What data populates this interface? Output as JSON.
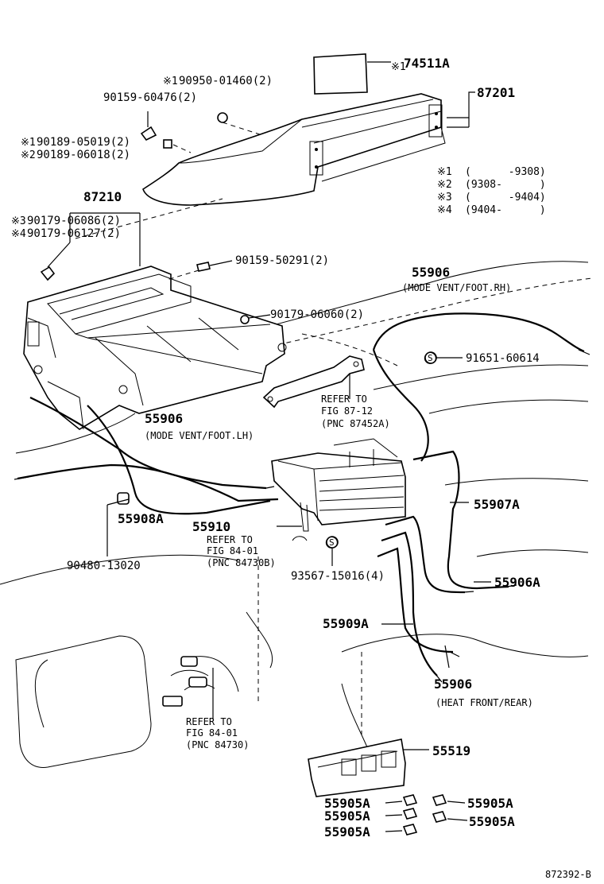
{
  "labels": {
    "p74511A": "74511A",
    "m74511A": "※1",
    "p87201": "87201",
    "p90950": "90950-01460(2)",
    "m90950": "※1",
    "p90159_60476": "90159-60476(2)",
    "p90189_05019": "90189-05019(2)",
    "m90189_05019": "※1",
    "p90189_06018": "90189-06018(2)",
    "m90189_06018": "※2",
    "p87210": "87210",
    "p90179_06086": "90179-06086(2)",
    "m90179_06086": "※3",
    "p90179_06127": "90179-06127(2)",
    "m90179_06127": "※4",
    "p90159_50291": "90159-50291(2)",
    "p90179_06060": "90179-06060(2)",
    "p55906_rh": "55906",
    "n55906_rh": "(MODE VENT/FOOT.RH)",
    "p91651": "91651-60614",
    "ref87_1": "REFER TO",
    "ref87_2": "FIG 87-12",
    "ref87_3": "(PNC 87452A)",
    "p55906_lh": "55906",
    "n55906_lh": "(MODE VENT/FOOT.LH)",
    "p55907A": "55907A",
    "p55908A": "55908A",
    "p55910": "55910",
    "ref84a_1": "REFER TO",
    "ref84a_2": "FIG 84-01",
    "ref84a_3": "(PNC 84730B)",
    "p90480": "90480-13020",
    "p93567": "93567-15016(4)",
    "p55906A": "55906A",
    "p55909A": "55909A",
    "p55906_heat": "55906",
    "n55906_heat": "(HEAT FRONT/REAR)",
    "ref84b_1": "REFER TO",
    "ref84b_2": "FIG 84-01",
    "ref84b_3": "(PNC 84730)",
    "p55519": "55519",
    "p55905A_1": "55905A",
    "p55905A_2": "55905A",
    "p55905A_3": "55905A",
    "p55905A_4": "55905A",
    "p55905A_5": "55905A",
    "code": "872392-B"
  },
  "legend": [
    {
      "mark": "※1",
      "range": "(      -9308)"
    },
    {
      "mark": "※2",
      "range": "(9308-      )"
    },
    {
      "mark": "※3",
      "range": "(      -9404)"
    },
    {
      "mark": "※4",
      "range": "(9404-      )"
    }
  ],
  "symbols": {
    "s_circle_1": "S",
    "s_circle_2": "S"
  }
}
